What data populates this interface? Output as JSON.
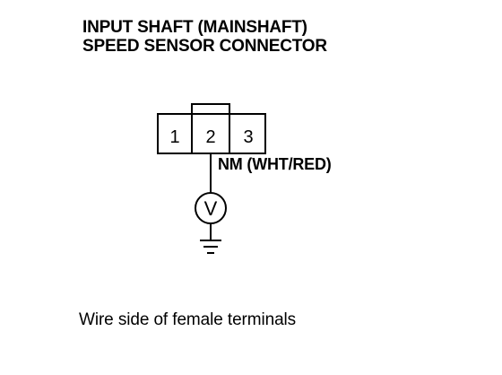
{
  "title": {
    "line1": "INPUT SHAFT (MAINSHAFT)",
    "line2": "SPEED SENSOR CONNECTOR"
  },
  "connector": {
    "pins": [
      "1",
      "2",
      "3"
    ]
  },
  "wire": {
    "label": "NM (WHT/RED)"
  },
  "meter": {
    "symbol": "V"
  },
  "caption": "Wire side of female terminals",
  "icons": [
    "voltmeter-icon",
    "ground-icon"
  ]
}
